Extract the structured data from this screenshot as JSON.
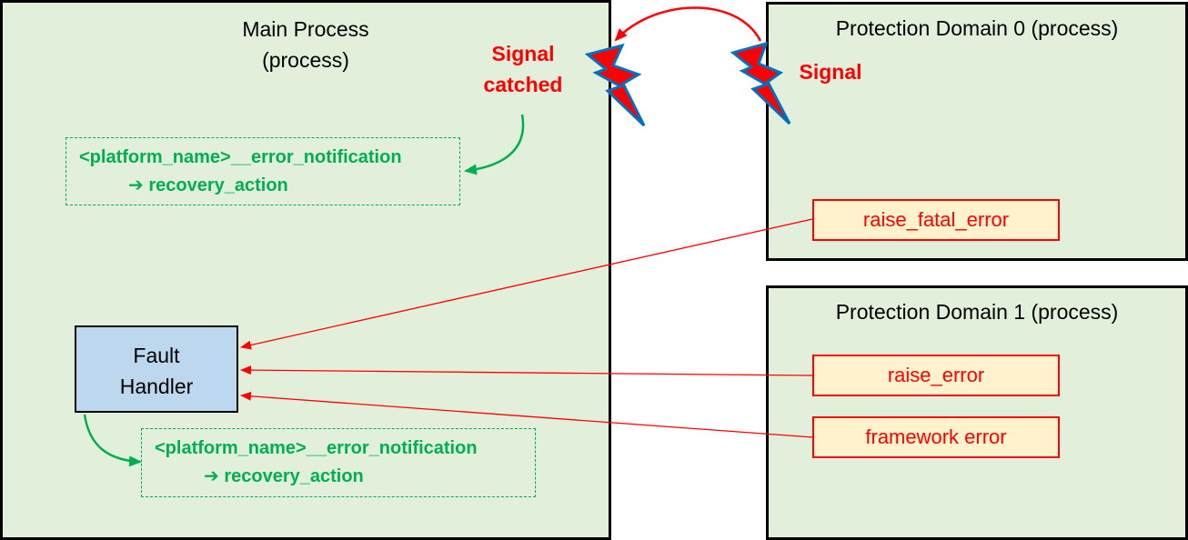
{
  "main_process": {
    "title_line1": "Main Process",
    "title_line2": "(process)",
    "fault_handler": {
      "line1": "Fault",
      "line2": "Handler"
    },
    "notification_top": {
      "line1": "<platform_name>__error_notification",
      "line2": "recovery_action",
      "arrow_glyph": "➔"
    },
    "notification_bottom": {
      "line1": "<platform_name>__error_notification",
      "line2": "recovery_action",
      "arrow_glyph": "➔"
    },
    "signal_catched": {
      "line1": "Signal",
      "line2": "catched"
    }
  },
  "protection_domain_0": {
    "title": "Protection Domain 0 (process)",
    "signal_label": "Signal",
    "function": "raise_fatal_error"
  },
  "protection_domain_1": {
    "title": "Protection Domain 1 (process)",
    "functions": [
      "raise_error",
      "framework error"
    ]
  },
  "colors": {
    "process_fill": "#e2efda",
    "fault_handler_fill": "#bdd7ee",
    "function_fill": "#fff2cc",
    "error_red": "#ff0000",
    "notification_green": "#00b050",
    "lightning_outline": "#0070c0"
  },
  "icons": {
    "signal": "lightning-bolt-icon"
  }
}
